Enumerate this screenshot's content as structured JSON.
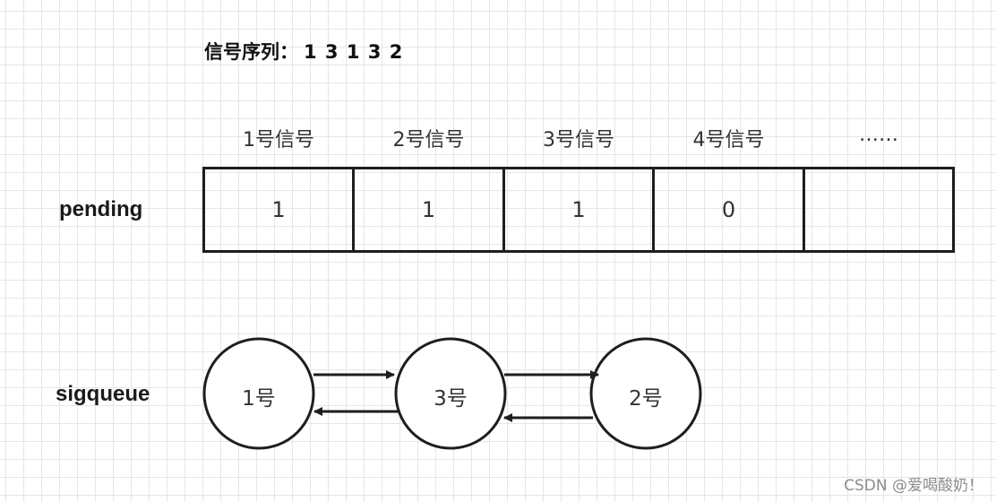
{
  "title": {
    "label": "信号序列：",
    "sequence": "1 3 1 3 2"
  },
  "pending": {
    "label": "pending",
    "headers": [
      "1号信号",
      "2号信号",
      "3号信号",
      "4号信号",
      "……"
    ],
    "bits": [
      "1",
      "1",
      "1",
      "0",
      ""
    ]
  },
  "sigqueue": {
    "label": "sigqueue",
    "nodes": [
      "1号",
      "3号",
      "2号"
    ]
  },
  "colors": {
    "stroke": "#1e1e1e",
    "grid": "#e6e6e6"
  },
  "watermark": "CSDN @爱喝酸奶！"
}
